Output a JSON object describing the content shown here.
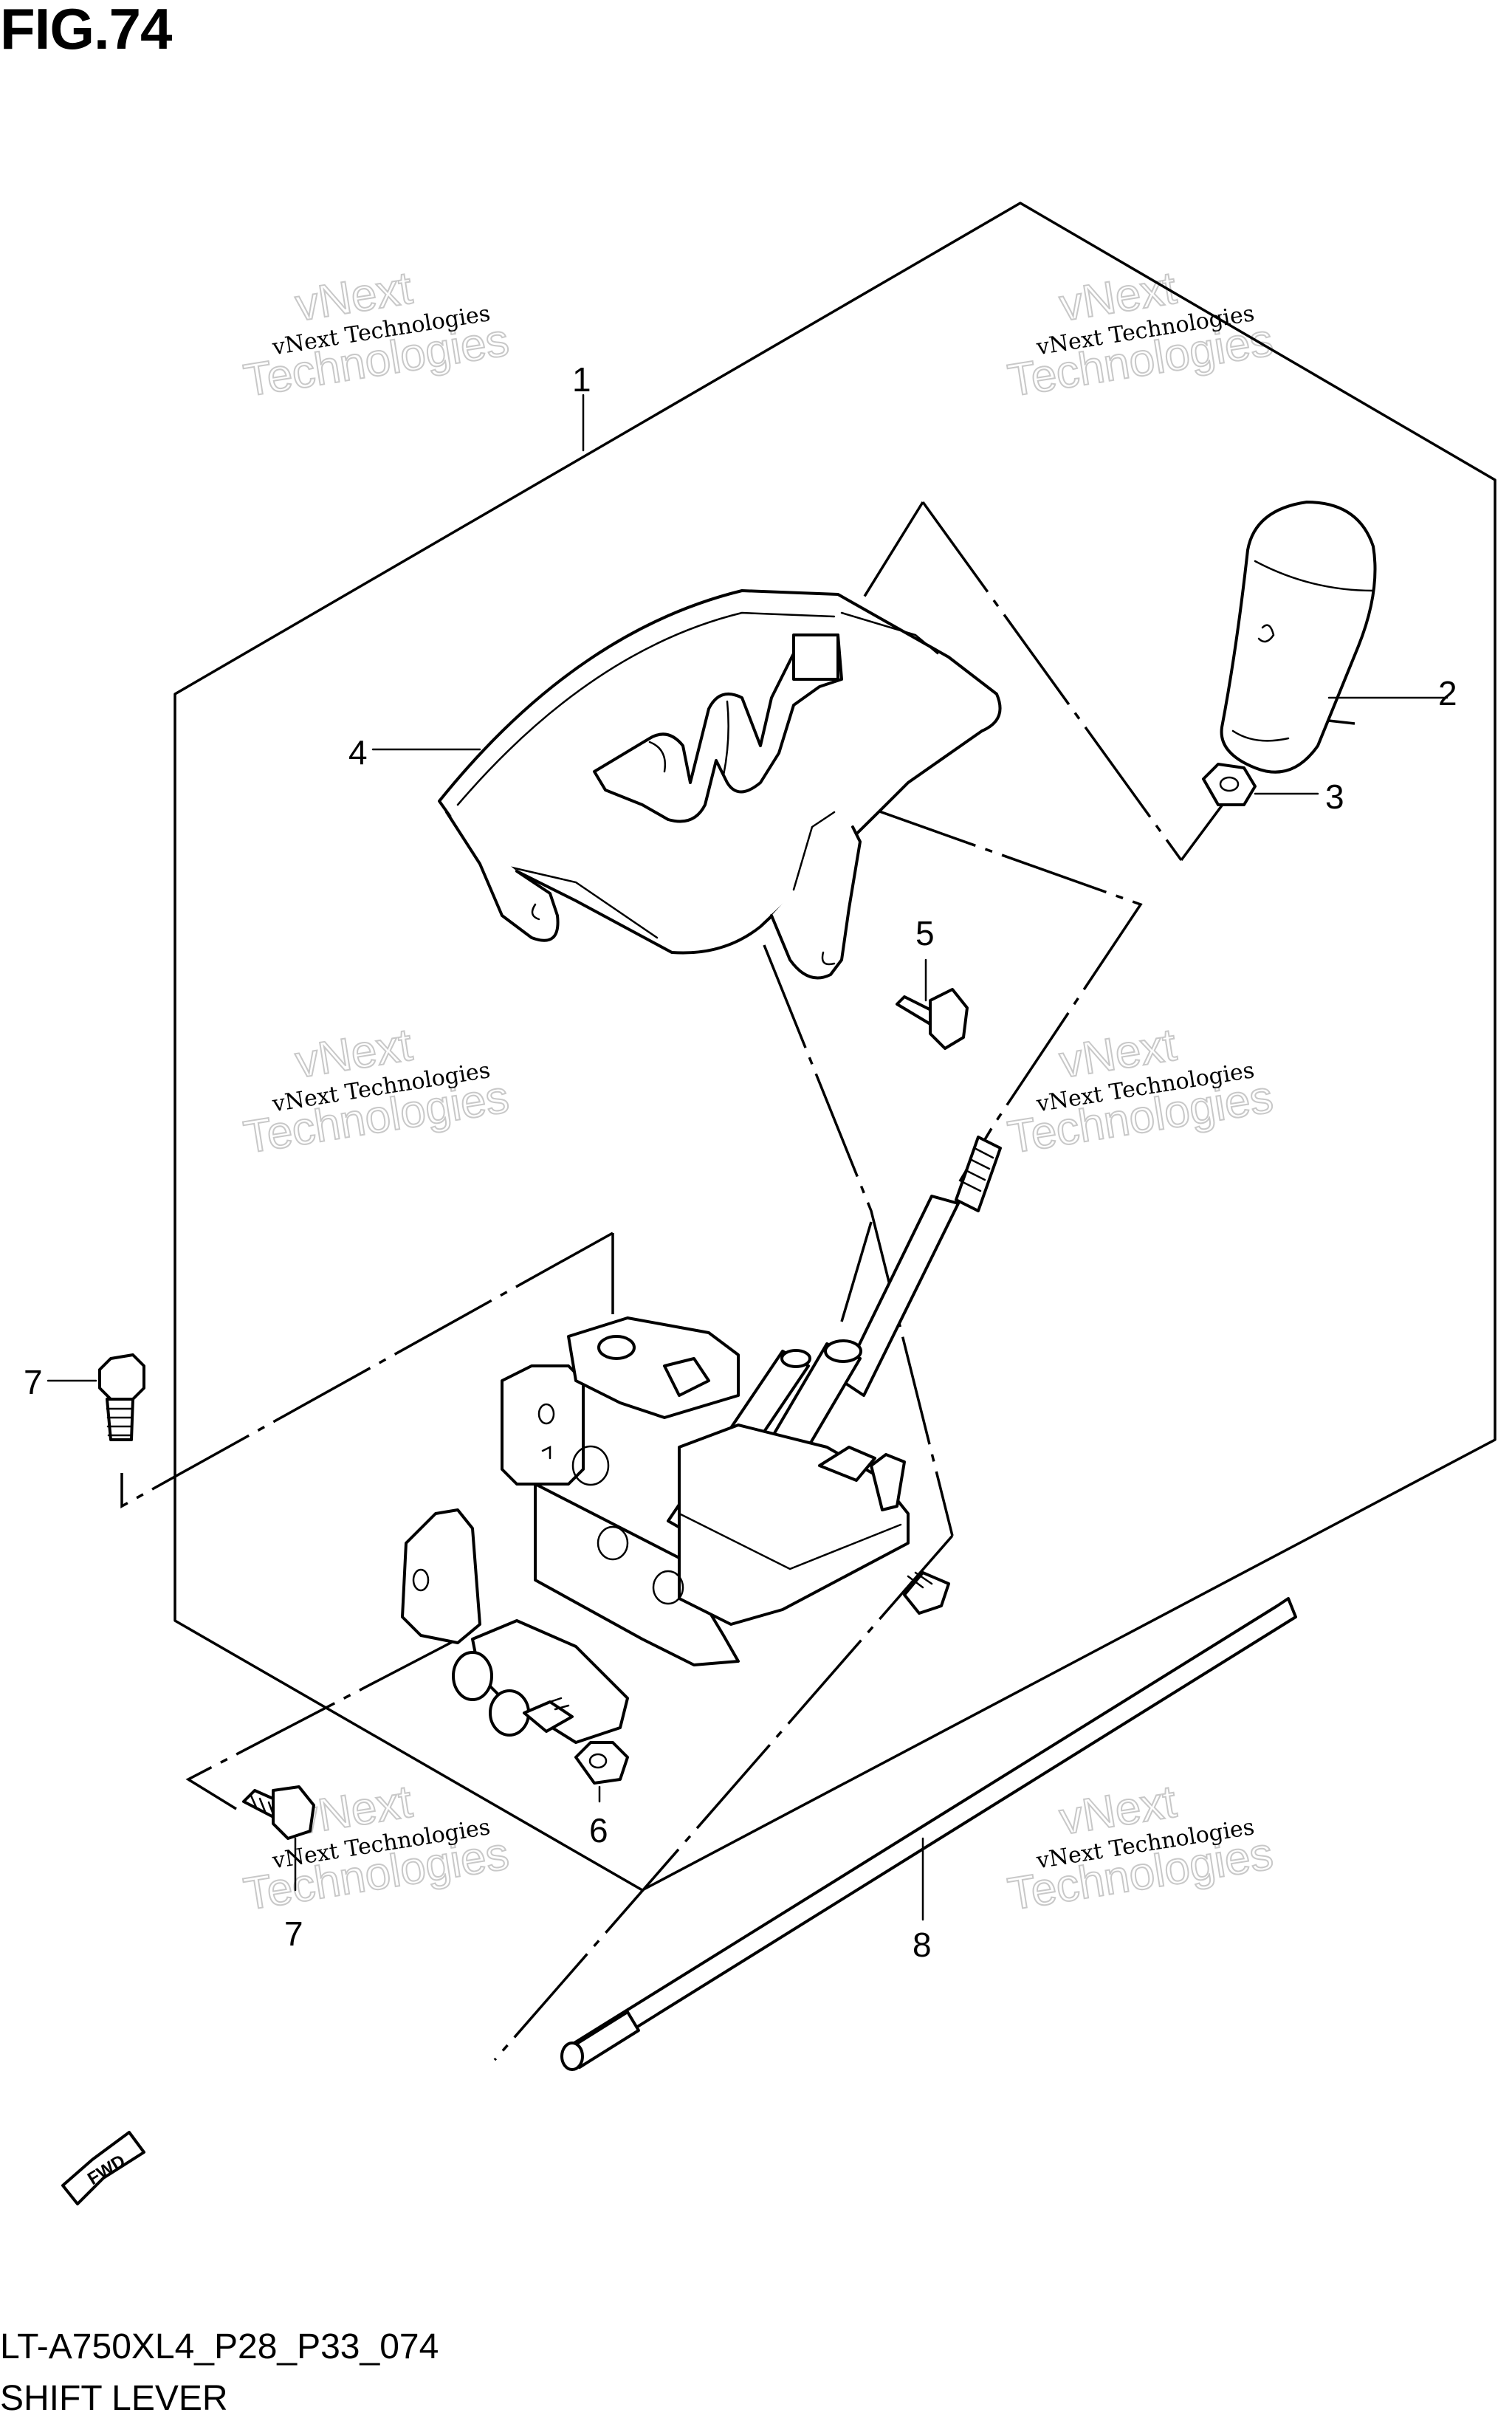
{
  "figure": {
    "title": "FIG.74"
  },
  "footer": {
    "model_code": "LT-A750XL4_P28_P33_074",
    "caption": "SHIFT LEVER"
  },
  "callouts": [
    "1",
    "2",
    "3",
    "4",
    "5",
    "6",
    "7",
    "7",
    "8"
  ],
  "watermark": {
    "line1": "vNext Technologies",
    "line2": "vNext",
    "line3": "Technologies"
  },
  "badge": {
    "text": "FWD"
  }
}
